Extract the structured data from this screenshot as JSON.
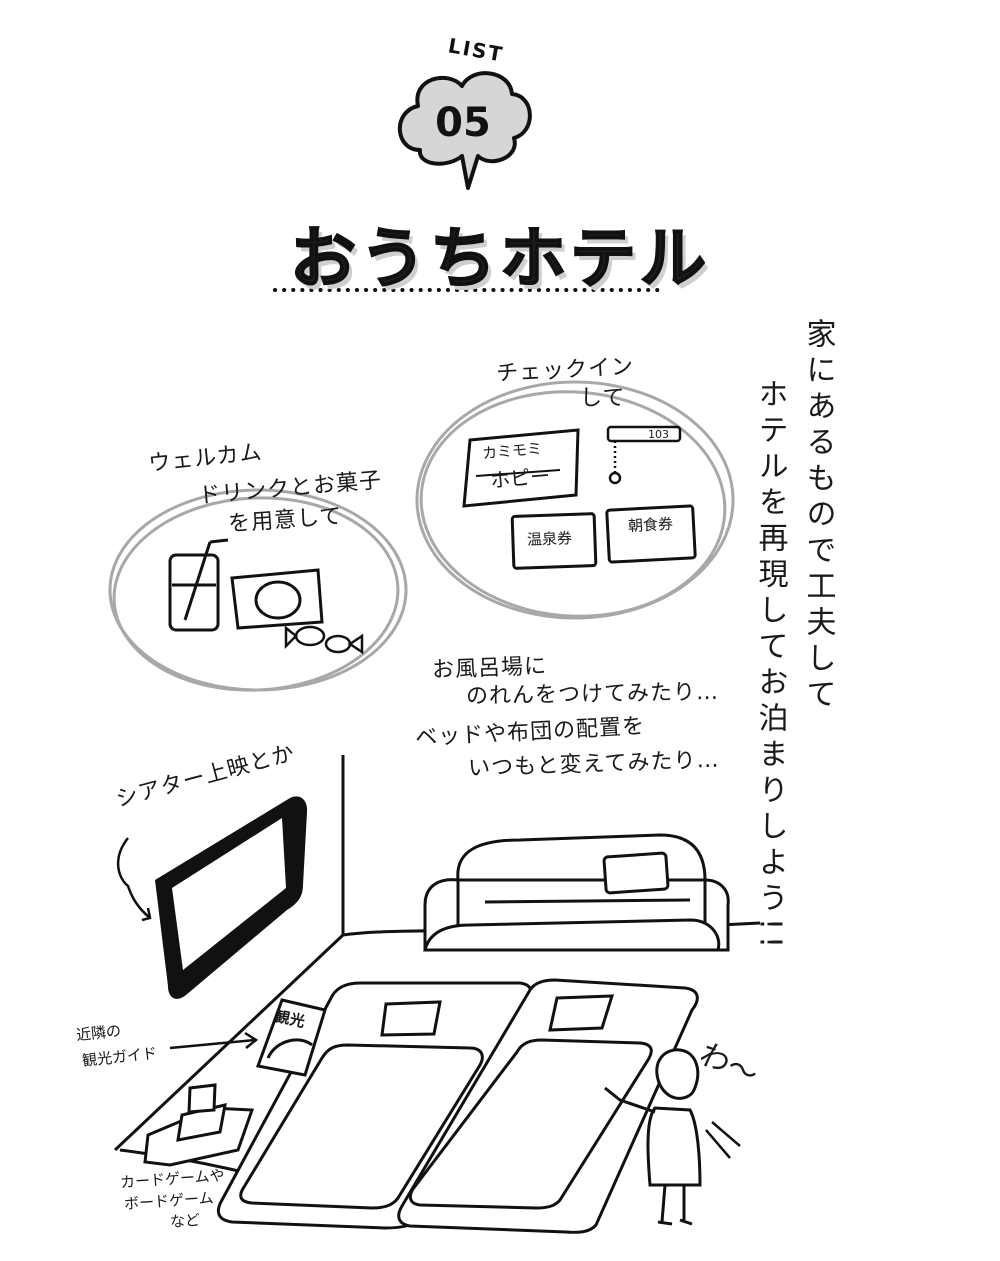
{
  "badge": {
    "list_label": "LIST",
    "number": "05"
  },
  "title": "おうちホテル",
  "tagline": [
    "家にあるもので工夫して",
    "ホテルを再現してお泊まりしよう!!"
  ],
  "welcome": {
    "lines": [
      "ウェルカム",
      "ドリンクとお菓子",
      "を用意して"
    ]
  },
  "checkin": {
    "heading": [
      "チェックイン",
      "して"
    ],
    "form_name": "カミモミ",
    "form_value": "ホピー",
    "key_number": "103",
    "onsen_ticket": "温泉券",
    "breakfast_ticket": "朝食券"
  },
  "bath_note": [
    "お風呂場に",
    "のれんをつけてみたり…"
  ],
  "bed_note": [
    "ベッドや布団の配置を",
    "いつもと変えてみたり…"
  ],
  "theater_note": "シアター上映とか",
  "guide_note": [
    "近隣の",
    "観光ガイド"
  ],
  "guide_book": "観光",
  "games_note": [
    "カードゲームや",
    "ボードゲーム",
    "など"
  ],
  "exclaim": "わ〜",
  "colors": {
    "ink": "#1a1a1a",
    "gray": "#a8a8a8",
    "fill": "#d6d6d6"
  }
}
